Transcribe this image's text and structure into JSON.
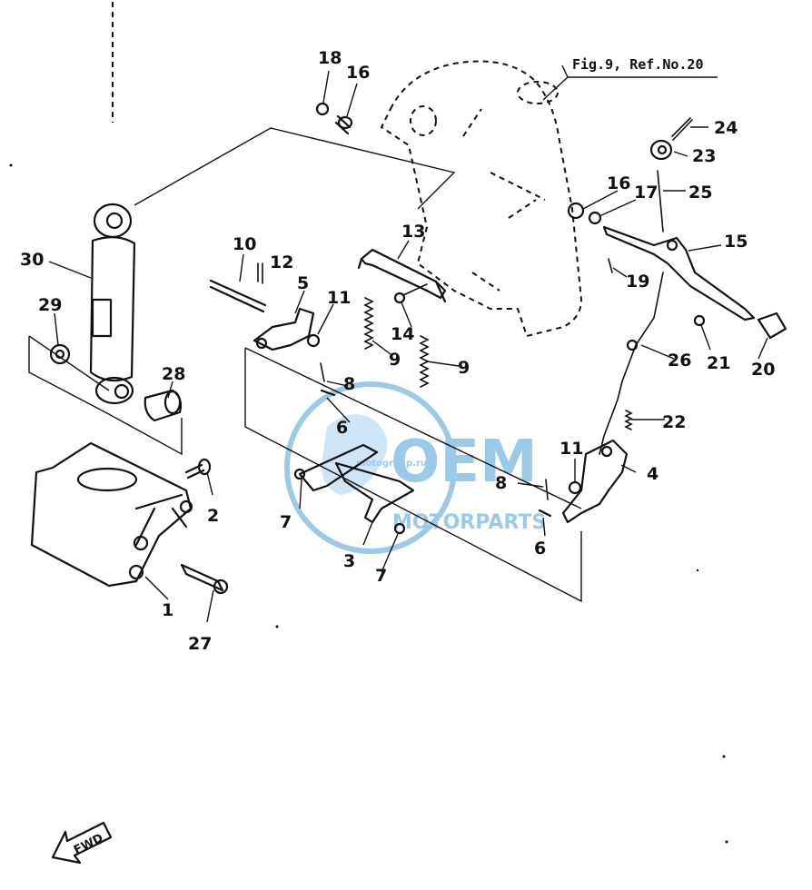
{
  "reference_note": "Fig.9, Ref.No.20",
  "direction_label": "FWD",
  "watermark": {
    "brand": "OEM",
    "sub": "MOTORPARTS",
    "small": "motogroup.ru"
  },
  "callouts": [
    "1",
    "2",
    "3",
    "4",
    "5",
    "6",
    "6",
    "7",
    "7",
    "8",
    "8",
    "9",
    "9",
    "10",
    "11",
    "11",
    "12",
    "13",
    "14",
    "15",
    "16",
    "16",
    "17",
    "18",
    "19",
    "20",
    "21",
    "22",
    "23",
    "24",
    "25",
    "26",
    "27",
    "28",
    "29",
    "30"
  ],
  "colors": {
    "line": "#111111",
    "watermark": "#4a9fd8",
    "background": "#ffffff"
  }
}
